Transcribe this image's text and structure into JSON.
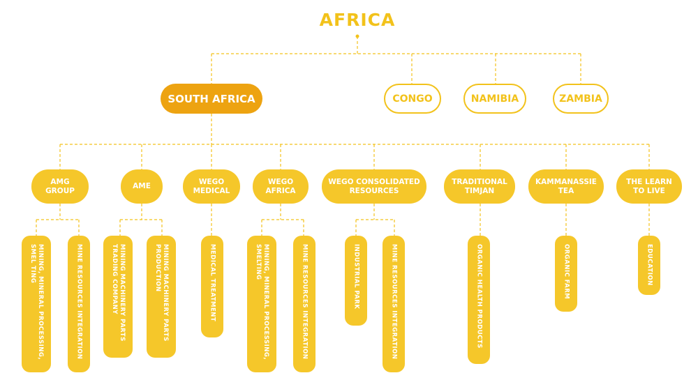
{
  "root": {
    "label": "AFRICA"
  },
  "countries": {
    "south_africa": "SOUTH AFRICA",
    "congo": "CONGO",
    "namibia": "NAMIBIA",
    "zambia": "ZAMBIA"
  },
  "companies": [
    {
      "label": "AMG\nGROUP",
      "businesses": [
        "MINING, MINERAL PROCESSING,\nSMEL TING",
        "MINE RESOURCES INTEGRATION"
      ]
    },
    {
      "label": "AME",
      "businesses": [
        "MINING MACHINERY PARTS\nTRADING COMPANY",
        "MINING MACHINERY PARTS\nPRODUCTION"
      ]
    },
    {
      "label": "WEGO\nMEDICAL",
      "businesses": [
        "MEDICAL TREATMENT"
      ]
    },
    {
      "label": "WEGO\nAFRICA",
      "businesses": [
        "MINING, MINERAL PROCESSING,\nSMELTING",
        "MINE RESOURCES INTEGRATION"
      ]
    },
    {
      "label": "WEGO CONSOLIDATED\nRESOURCES",
      "businesses": [
        "INDUSTRIAL PARK",
        "MINE RESOURCES INTEGRATION"
      ]
    },
    {
      "label": "TRADITIONAL\nTIMJAN",
      "businesses": [
        "ORGANIC HEALTH PRODUCTS"
      ]
    },
    {
      "label": "KAMMANASSIE\nTEA",
      "businesses": [
        "ORGANIC FARM"
      ]
    },
    {
      "label": "THE LEARN\nTO LIVE",
      "businesses": [
        "EDUCATION"
      ]
    }
  ]
}
